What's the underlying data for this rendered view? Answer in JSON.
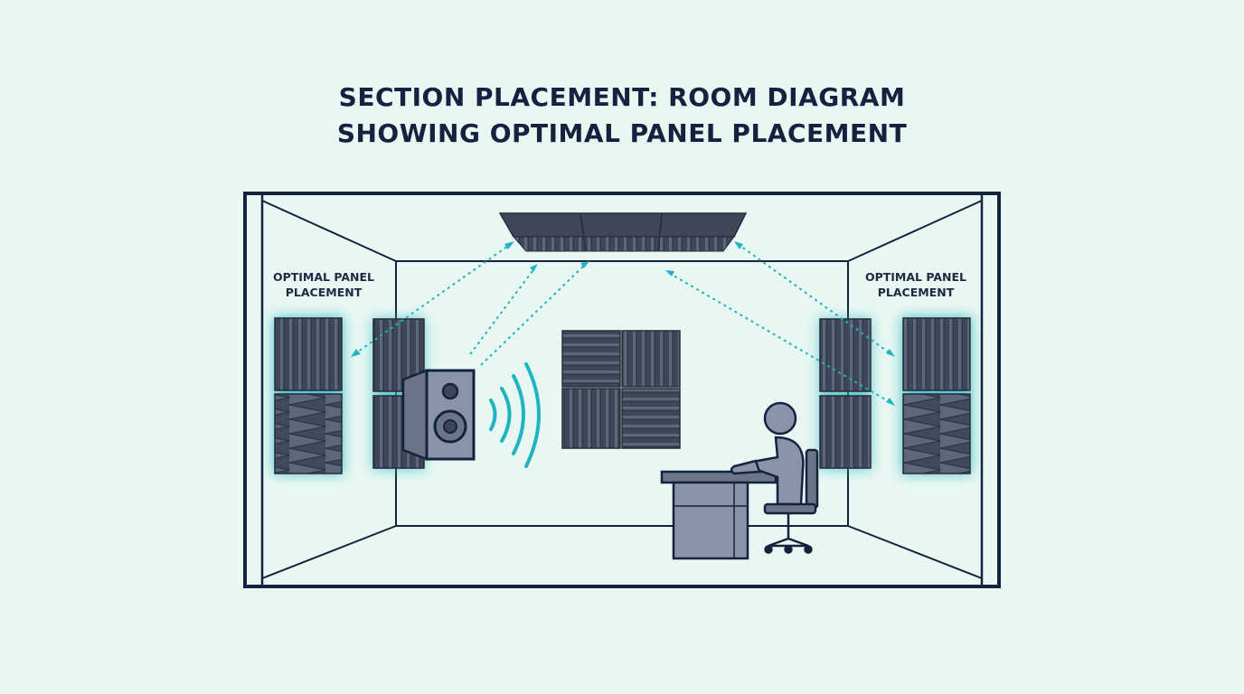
{
  "title": {
    "line1": "SECTION PLACEMENT: ROOM DIAGRAM",
    "line2": "SHOWING OPTIMAL PANEL PLACEMENT"
  },
  "labels": {
    "left": {
      "line1": "OPTIMAL PANEL",
      "line2": "PLACEMENT"
    },
    "right": {
      "line1": "OPTIMAL PANEL",
      "line2": "PLACEMENT"
    }
  },
  "colors": {
    "background": "#e9f7f3",
    "outline": "#13233f",
    "foam": "#3e4658",
    "accent": "#1fb5c0",
    "furniture": "#8a93a8"
  },
  "icons": [
    "speaker-icon",
    "person-icon",
    "desk-icon",
    "chair-icon",
    "sound-wave-icon"
  ]
}
